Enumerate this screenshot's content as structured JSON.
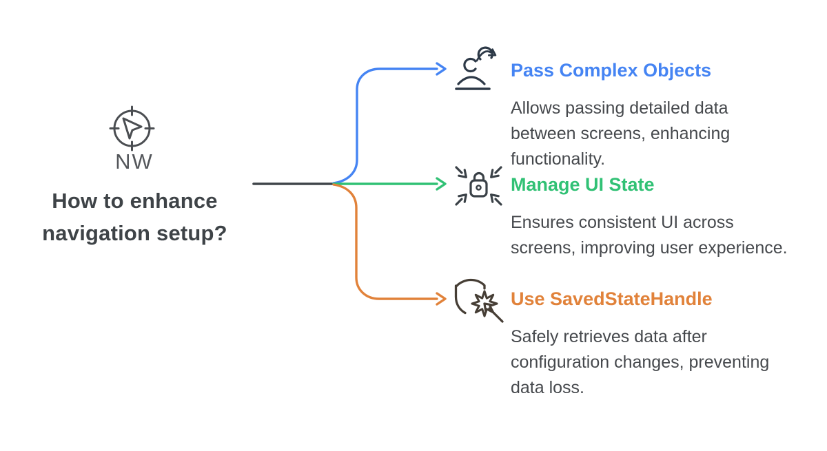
{
  "diagram": {
    "background_color": "#ffffff",
    "root": {
      "icon": "compass-icon",
      "compass_direction": "NW",
      "title": "How to enhance navigation setup?"
    },
    "branches": [
      {
        "label": "Pass Complex Objects",
        "description": "Allows passing detailed data between screens, enhancing functionality.",
        "accent_color": "#4584f3",
        "icon": "person-sync-icon"
      },
      {
        "label": "Manage UI State",
        "description": "Ensures consistent UI across screens, improving user experience.",
        "accent_color": "#31c175",
        "icon": "lock-compress-icon"
      },
      {
        "label": "Use SavedStateHandle",
        "description": "Safely retrieves data after configuration changes, preventing data loss.",
        "accent_color": "#e1823a",
        "icon": "shield-click-icon"
      }
    ],
    "connectors": {
      "stem_color": "#41464b"
    }
  }
}
